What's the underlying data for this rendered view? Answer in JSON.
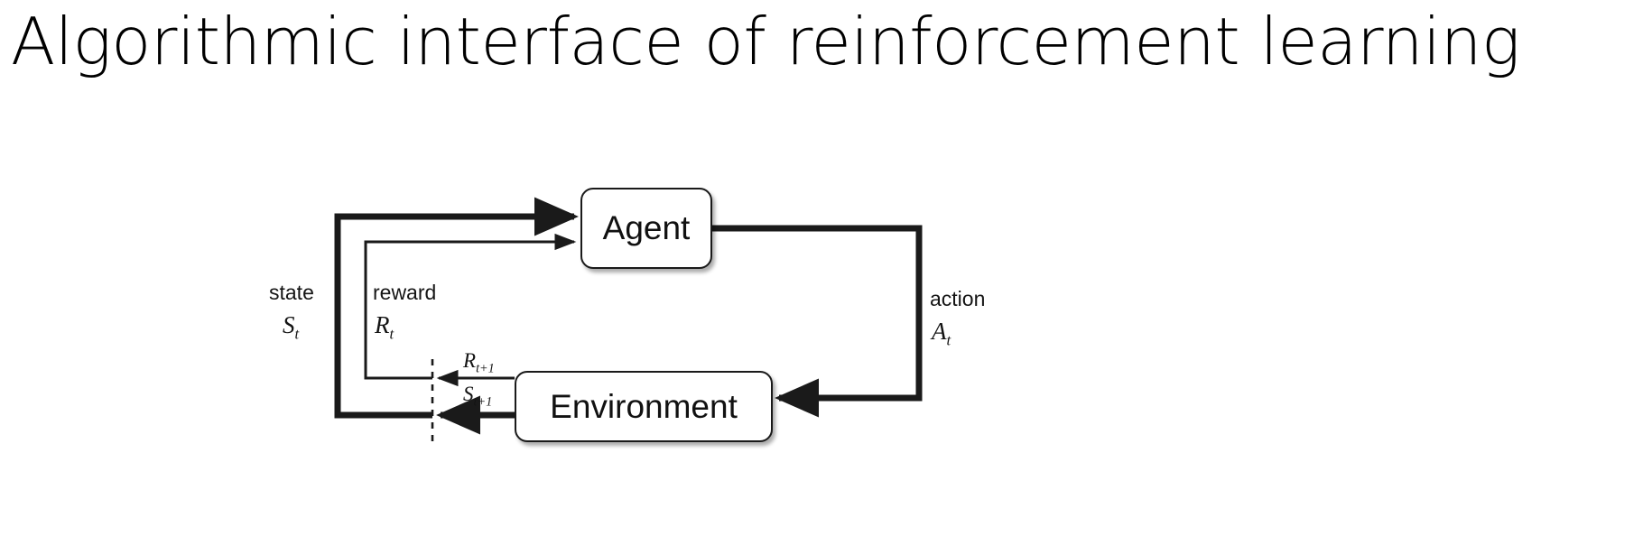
{
  "slide": {
    "title": "Algorithmic interface of reinforcement learning",
    "background_color": "#ffffff",
    "text_color": "#000000"
  },
  "diagram": {
    "name": "agent-environment-interaction-loop",
    "type": "block-diagram",
    "line_color": "#1a1a1a",
    "box_fill": "#ffffff",
    "nodes": [
      {
        "id": "agent",
        "label": "Agent"
      },
      {
        "id": "environment",
        "label": "Environment"
      }
    ],
    "labels": {
      "state_word": "state",
      "state_symbol": "S",
      "state_subscript": "t",
      "reward_word": "reward",
      "reward_symbol": "R",
      "reward_subscript": "t",
      "action_word": "action",
      "action_symbol": "A",
      "action_subscript": "t",
      "next_reward_symbol": "R",
      "next_reward_subscript": "t+1",
      "next_state_symbol": "S",
      "next_state_subscript": "t+1"
    },
    "edges": [
      {
        "id": "state-to-agent",
        "from": "environment",
        "to": "agent",
        "label": "state S_t",
        "style": "thick"
      },
      {
        "id": "reward-to-agent",
        "from": "environment",
        "to": "agent",
        "label": "reward R_t",
        "style": "thin"
      },
      {
        "id": "action-to-env",
        "from": "agent",
        "to": "environment",
        "label": "action A_t",
        "style": "thick"
      },
      {
        "id": "next-reward-edge",
        "from": "environment",
        "to": "time-split",
        "label": "R_{t+1}",
        "style": "thin"
      },
      {
        "id": "next-state-edge",
        "from": "environment",
        "to": "time-split",
        "label": "S_{t+1}",
        "style": "thick"
      }
    ],
    "time_separator": {
      "id": "time-split",
      "style": "dashed-vertical"
    }
  }
}
